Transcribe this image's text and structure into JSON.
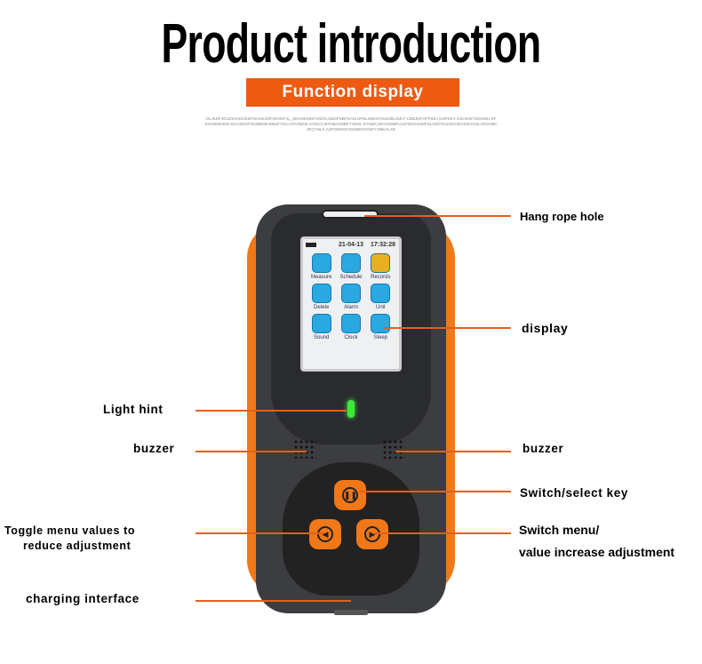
{
  "header": {
    "title": "Product introduction",
    "banner": "Function display",
    "fine_print": "OLJKDFJGLDSJHGOKDFGHNKSDFDKSDFJL_SDVNKISDFHSDN,GBDFNBFSADHJFNLISDHFOSLDBLJMLF CDBJDFOFPSEJ,GNFDKV OSUKOFJSDNGK,DFSGHBNKSDFJLKASDGFNCBBDBHDBJFYUCAFHJNDSLSYNCX,MYNBASDBFYHDSL KYNDK,WCHSDBFUJLFDSGNJMFDLGMTSHLNRUROISDJGNLSFDVMKJRCYNLK,ASFGNKDFJGHBBYKDSFYJMKALSD"
  },
  "device": {
    "screen": {
      "date": "21-04-13",
      "time": "17:32:28",
      "apps": [
        {
          "label": "Measure",
          "icon": "radiation-icon"
        },
        {
          "label": "Schedule",
          "icon": "clock-check-icon"
        },
        {
          "label": "Records",
          "icon": "notes-icon"
        },
        {
          "label": "Delete",
          "icon": "trash-icon"
        },
        {
          "label": "Alarm",
          "icon": "alarm-icon"
        },
        {
          "label": "Unit",
          "icon": "unit-arrows-icon"
        },
        {
          "label": "Sound",
          "icon": "speaker-icon"
        },
        {
          "label": "Clock",
          "icon": "alarm-clock-icon"
        },
        {
          "label": "Sleep",
          "icon": "moon-icon"
        }
      ]
    },
    "buttons": {
      "select": "pause-icon",
      "left": "left-arrow-icon",
      "right": "right-arrow-icon"
    },
    "colors": {
      "accent": "#ee5a12",
      "body": "#3c3d40",
      "led": "#3ee83a"
    }
  },
  "callouts": {
    "hang_rope_hole": "Hang rope hole",
    "display": "display",
    "light_hint": "Light hint",
    "buzzer_left": "buzzer",
    "buzzer_right": "buzzer",
    "switch_select_key": "Switch/select key",
    "toggle_line1": "Toggle menu values to",
    "toggle_line2": "reduce adjustment",
    "switch_menu_line1": "Switch menu/",
    "switch_menu_line2": "value increase adjustment",
    "charging_interface": "charging interface"
  }
}
